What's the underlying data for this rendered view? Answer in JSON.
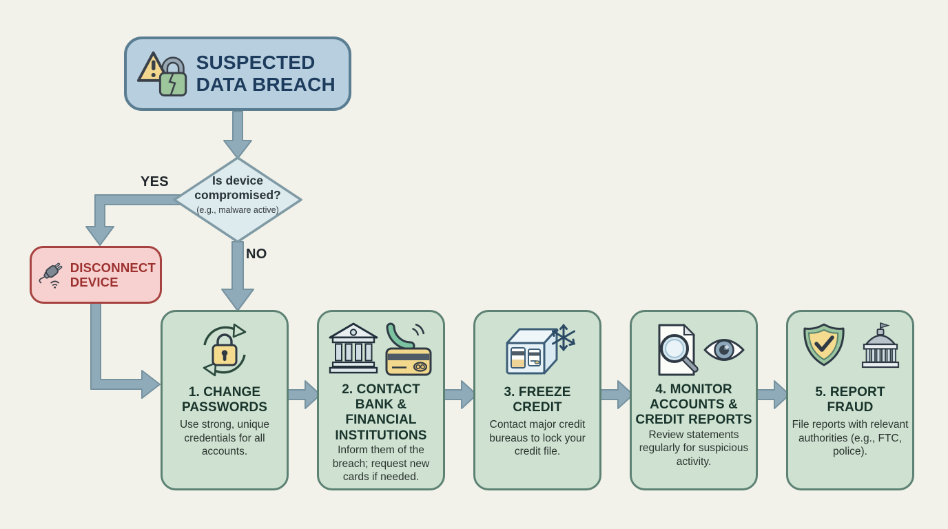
{
  "canvas": {
    "background": "#f2f2ea"
  },
  "flowchart": {
    "start_node": {
      "label": "SUSPECTED DATA BREACH",
      "icons": [
        "warning-triangle-icon",
        "broken-padlock-icon"
      ]
    },
    "decision_node": {
      "question": "Is device compromised?",
      "note": "(e.g., malware active)"
    },
    "yes_label": "YES",
    "no_label": "NO",
    "disconnect_node": {
      "label": "DISCONNECT DEVICE",
      "icons": [
        "unplugged-cable-icon",
        "wifi-waves-icon"
      ]
    },
    "steps": [
      {
        "title": "1. CHANGE PASSWORDS",
        "description": "Use strong, unique credentials for all accounts.",
        "icons": [
          "password-rotate-lock-icon"
        ]
      },
      {
        "title": "2. CONTACT BANK & FINANCIAL INSTITUTIONS",
        "description": "Inform them of the breach; request new cards if needed.",
        "icons": [
          "bank-building-icon",
          "phone-credit-card-icon"
        ]
      },
      {
        "title": "3. FREEZE CREDIT",
        "description": "Contact major credit bureaus to lock your credit file.",
        "icons": [
          "frozen-credit-card-icon",
          "snowflake-icon"
        ]
      },
      {
        "title": "4. MONITOR ACCOUNTS & CREDIT REPORTS",
        "description": "Review statements regularly for suspicious activity.",
        "icons": [
          "document-magnifier-icon",
          "watch-eye-icon"
        ]
      },
      {
        "title": "5. REPORT FRAUD",
        "description": "File reports with relevant authorities (e.g., FTC, police).",
        "icons": [
          "shield-check-icon",
          "government-building-icon"
        ]
      }
    ],
    "colors": {
      "background": "#f2f2ea",
      "start_fill": "#b7cfdf",
      "start_border": "#5a7d92",
      "start_text": "#1d3b5c",
      "decision_fill": "#ddebee",
      "decision_border": "#7f9aa4",
      "decision_text": "#28323a",
      "alert_fill": "#f7d1cf",
      "alert_border": "#a64240",
      "alert_text": "#9c3130",
      "step_fill": "#cfe2d1",
      "step_border": "#5d8274",
      "step_title_text": "#18332b",
      "step_body_text": "#2a332e",
      "arrow_fill": "#8fabba",
      "arrow_border": "#76929f"
    }
  }
}
